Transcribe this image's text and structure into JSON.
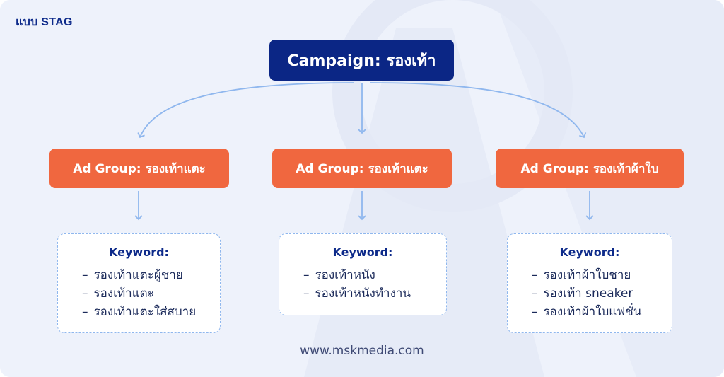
{
  "brand": {
    "logo_text": "แบบ STAG"
  },
  "campaign": {
    "label": "Campaign: รองเท้า"
  },
  "ad_groups": [
    {
      "label": "Ad Group: รองเท้าแตะ"
    },
    {
      "label": "Ad Group: รองเท้าแตะ"
    },
    {
      "label": "Ad Group: รองเท้าผ้าใบ"
    }
  ],
  "keyword_boxes": [
    {
      "title": "Keyword:",
      "items": [
        "รองเท้าแตะผู้ชาย",
        "รองเท้าแตะ",
        "รองเท้าแตะใส่สบาย"
      ]
    },
    {
      "title": "Keyword:",
      "items": [
        "รองเท้าหนัง",
        "รองเท้าหนังทำงาน"
      ]
    },
    {
      "title": "Keyword:",
      "items": [
        "รองเท้าผ้าใบชาย",
        "รองเท้า sneaker",
        "รองเท้าผ้าใบแฟชั่น"
      ]
    }
  ],
  "bullet_mark": "–",
  "footer": {
    "url": "www.mskmedia.com"
  },
  "colors": {
    "background": "#eef2fb",
    "campaign_fill": "#0b2685",
    "adgroup_fill": "#f0673f",
    "connector": "#8fb7ee",
    "brand_text": "#0d2a8a"
  }
}
